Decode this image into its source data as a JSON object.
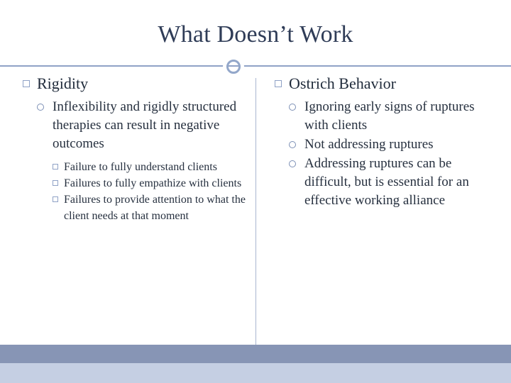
{
  "slide": {
    "title": "What Doesn’t Work",
    "colors": {
      "background": "#c5cfe3",
      "body_background": "#ffffff",
      "title_text": "#2f3c57",
      "accent_rule": "#8fa2c6",
      "bottom_band": "#8795b5"
    },
    "columns": [
      {
        "heading": "Rigidity",
        "items": [
          {
            "level": 2,
            "text": "Inflexibility and rigidly structured therapies can result in negative outcomes",
            "children": [
              {
                "level": 3,
                "text": "Failure to fully understand clients"
              },
              {
                "level": 3,
                "text": "Failures to fully empathize with clients"
              },
              {
                "level": 3,
                "text": "Failures to provide attention to what the client needs at that moment"
              }
            ]
          }
        ]
      },
      {
        "heading": "Ostrich Behavior",
        "items": [
          {
            "level": 2,
            "text": "Ignoring early signs of ruptures with clients",
            "children": []
          },
          {
            "level": 2,
            "text": "Not addressing ruptures",
            "children": []
          },
          {
            "level": 2,
            "text": "Addressing ruptures can be difficult, but is essential for an effective working alliance",
            "children": []
          }
        ]
      }
    ]
  }
}
